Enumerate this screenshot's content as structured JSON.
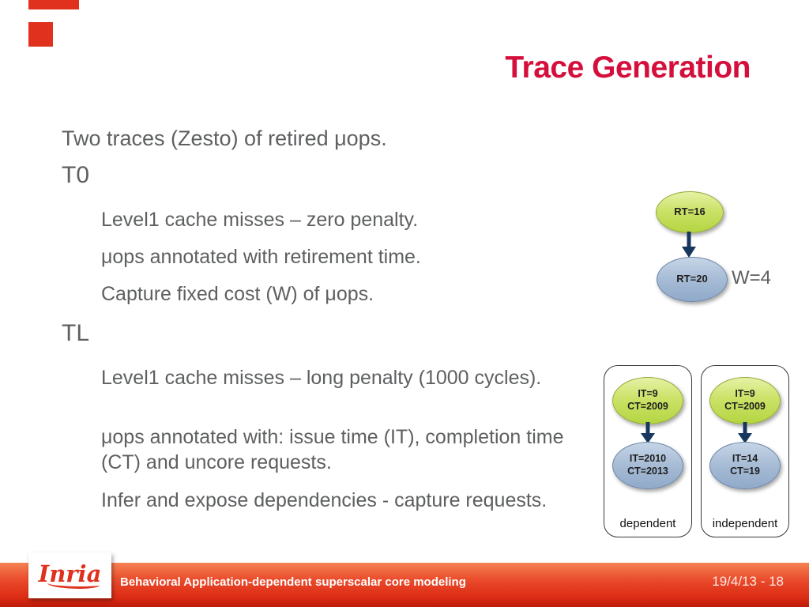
{
  "slide": {
    "title": "Trace Generation"
  },
  "body": {
    "intro": "Two traces (Zesto) of retired μops.",
    "t0_label": "T0",
    "t0_items": [
      "Level1 cache misses – zero penalty.",
      "μops annotated with retirement time.",
      "Capture fixed cost (W) of μops."
    ],
    "tl_label": "TL",
    "tl_items": [
      "Level1 cache misses – long  penalty (1000 cycles).",
      "μops annotated with: issue time (IT), completion time (CT) and uncore requests.",
      "Infer and expose dependencies - capture requests."
    ]
  },
  "w_diagram": {
    "top_node": "RT=16",
    "bottom_node": "RT=20",
    "label": "W=4"
  },
  "trace_boxes": [
    {
      "top": "IT=9\nCT=2009",
      "bottom": "IT=2010\nCT=2013",
      "caption": "dependent"
    },
    {
      "top": "IT=9\nCT=2009",
      "bottom": "IT=14\nCT=19",
      "caption": "independent"
    }
  ],
  "footer": {
    "title": "Behavioral Application-dependent superscalar core modeling",
    "page": "19/4/13 - 18",
    "logo": "Inria"
  },
  "colors": {
    "title_red": "#d50f3c",
    "accent_red": "#e0301e",
    "body_gray": "#5d5f61",
    "node_green": "#bcd74a",
    "node_blue": "#9fb6d2",
    "arrow_navy": "#17375e",
    "footer_gradient_top": "#f58252",
    "footer_gradient_bottom": "#bd1a09"
  }
}
